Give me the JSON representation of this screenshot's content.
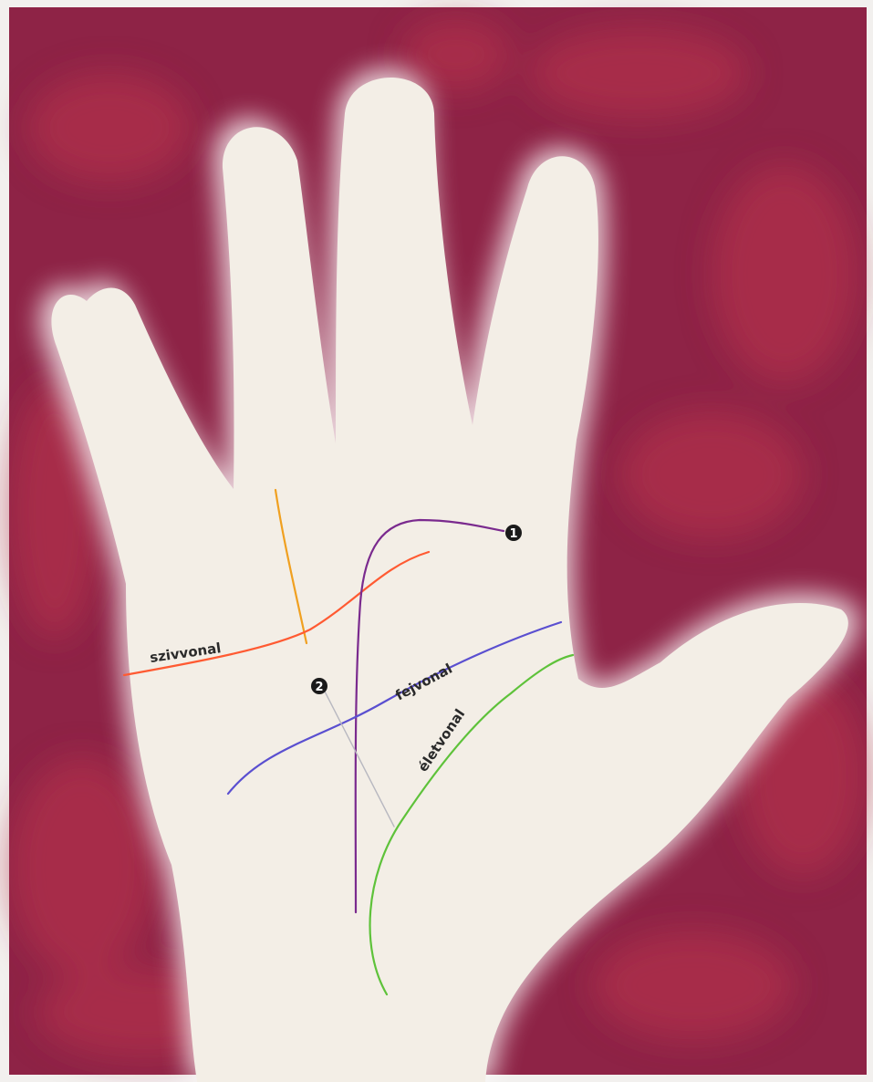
{
  "colors": {
    "background": "#8e2346",
    "background_blob": "#b8304c",
    "hand": "#f3eee6",
    "heart_line": "#ff5a32",
    "head_line": "#5a4fd0",
    "life_line": "#5ec23a",
    "fate_line": "#7a2a8e",
    "apollo_line": "#f0a020",
    "leader_line": "#b8b8c0",
    "marker": "#1a1a1a"
  },
  "labels": {
    "heart_line": "szivvonal",
    "head_line": "fejvonal",
    "life_line": "életvonal"
  },
  "markers": {
    "marker_1": "1",
    "marker_2": "2"
  }
}
